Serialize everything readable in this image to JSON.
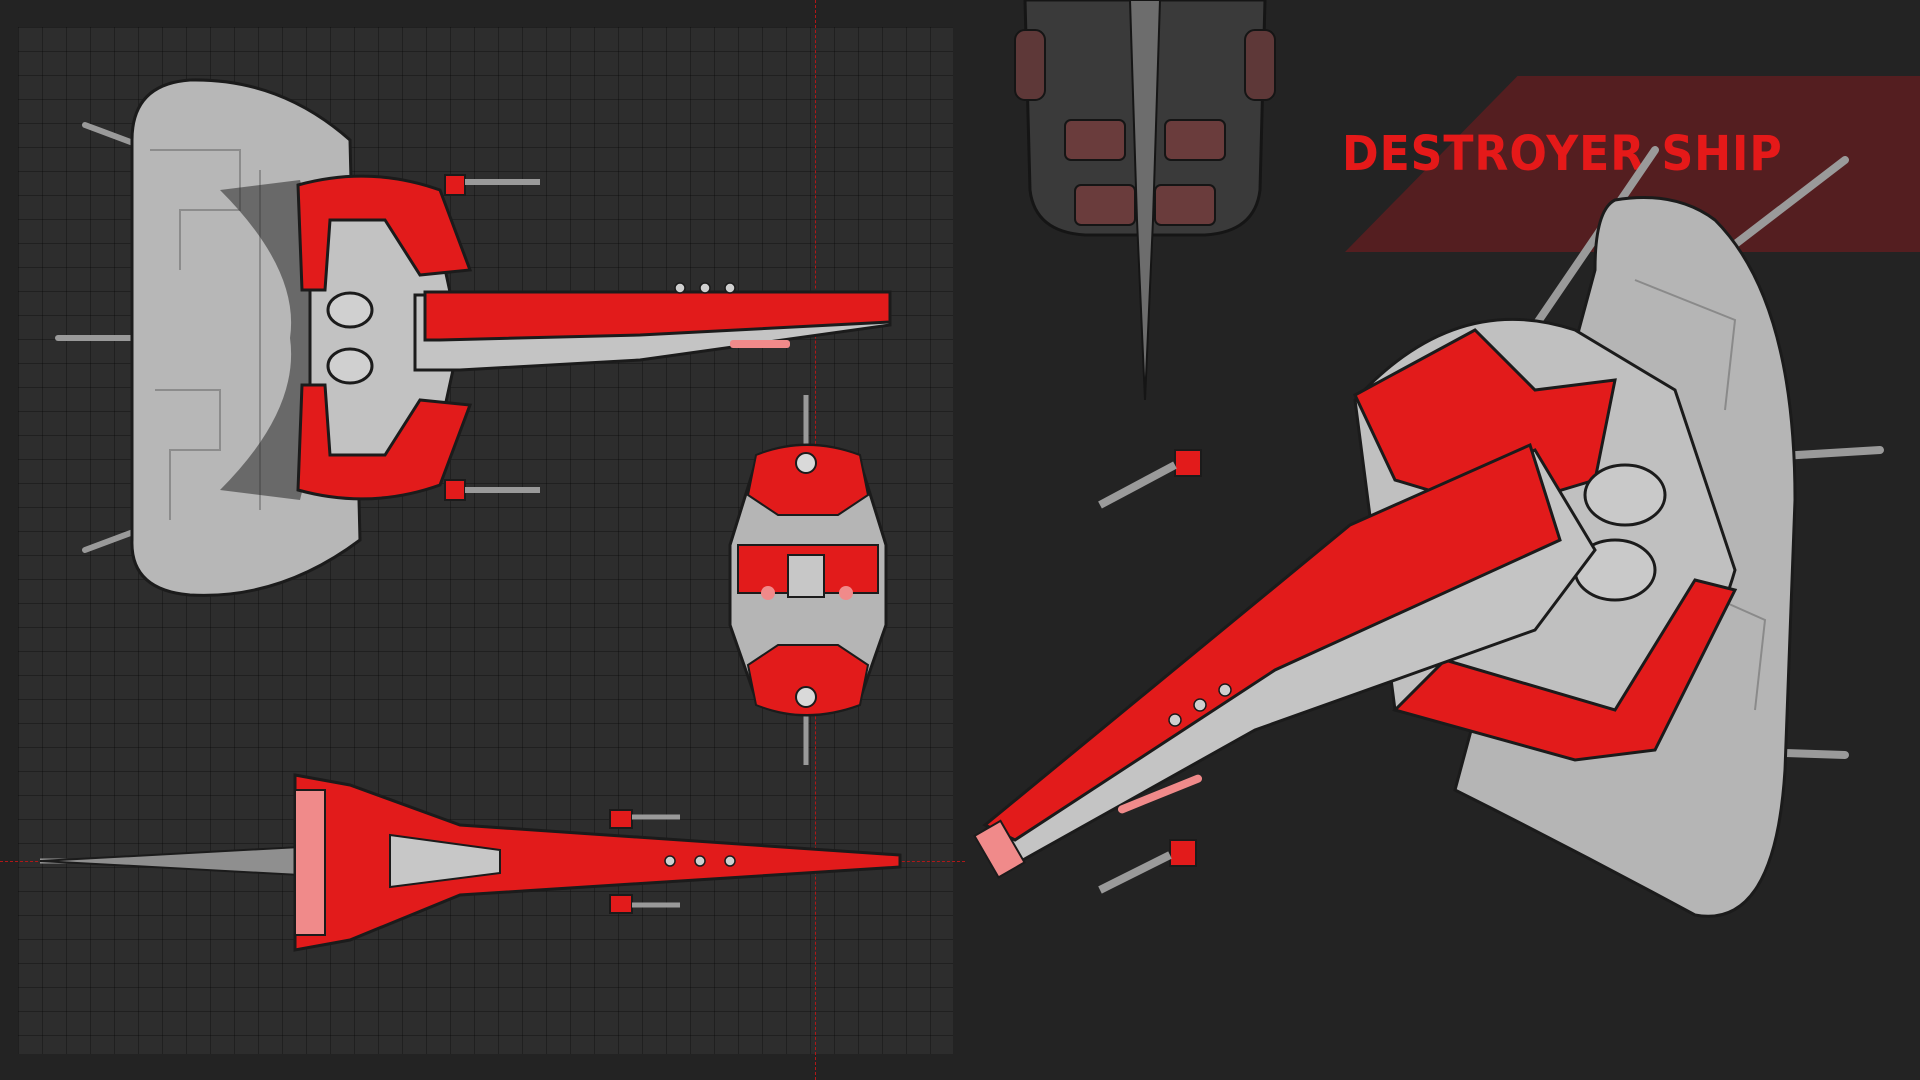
{
  "title": "DESTROYER SHIP",
  "colors": {
    "background": "#232323",
    "grid_panel": "#2d2d2d",
    "ship_red": "#e21b1b",
    "hull_grey": "#b9b9b9",
    "banner": "#5a1e20",
    "title_red": "#e51919"
  },
  "views": [
    "top-view",
    "front-view",
    "side-view",
    "rear-view",
    "perspective-view"
  ]
}
